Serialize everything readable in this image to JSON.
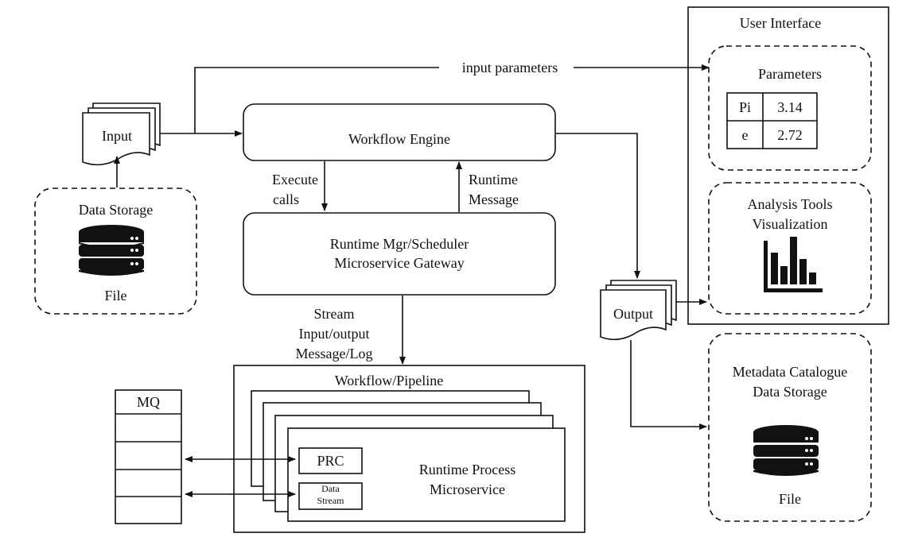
{
  "ui": {
    "input_parameters": "input parameters",
    "input": "Input",
    "data_storage": "Data Storage",
    "file": "File",
    "workflow_engine": "Workflow Engine",
    "execute_calls": [
      "Execute",
      "calls"
    ],
    "runtime_message": [
      "Runtime",
      "Message"
    ],
    "runtime_mgr": [
      "Runtime Mgr/Scheduler",
      "Microservice Gateway"
    ],
    "stream_io": [
      "Stream",
      "Input/output",
      "Message/Log"
    ],
    "workflow_pipeline": "Workflow/Pipeline",
    "mq": "MQ",
    "prc": "PRC",
    "data_stream": [
      "Data",
      "Stream"
    ],
    "runtime_process": [
      "Runtime Process",
      "Microservice"
    ],
    "output": "Output",
    "user_interface": "User Interface",
    "parameters": "Parameters",
    "param_table": [
      {
        "name": "Pi",
        "value": "3.14"
      },
      {
        "name": "e",
        "value": "2.72"
      }
    ],
    "analysis_tools": [
      "Analysis Tools",
      "Visualization"
    ],
    "metadata_catalogue": [
      "Metadata Catalogue",
      "Data Storage"
    ],
    "file2": "File"
  },
  "icons": {
    "database": "database-icon",
    "chart": "bar-chart-icon",
    "document": "document-stack-icon"
  }
}
